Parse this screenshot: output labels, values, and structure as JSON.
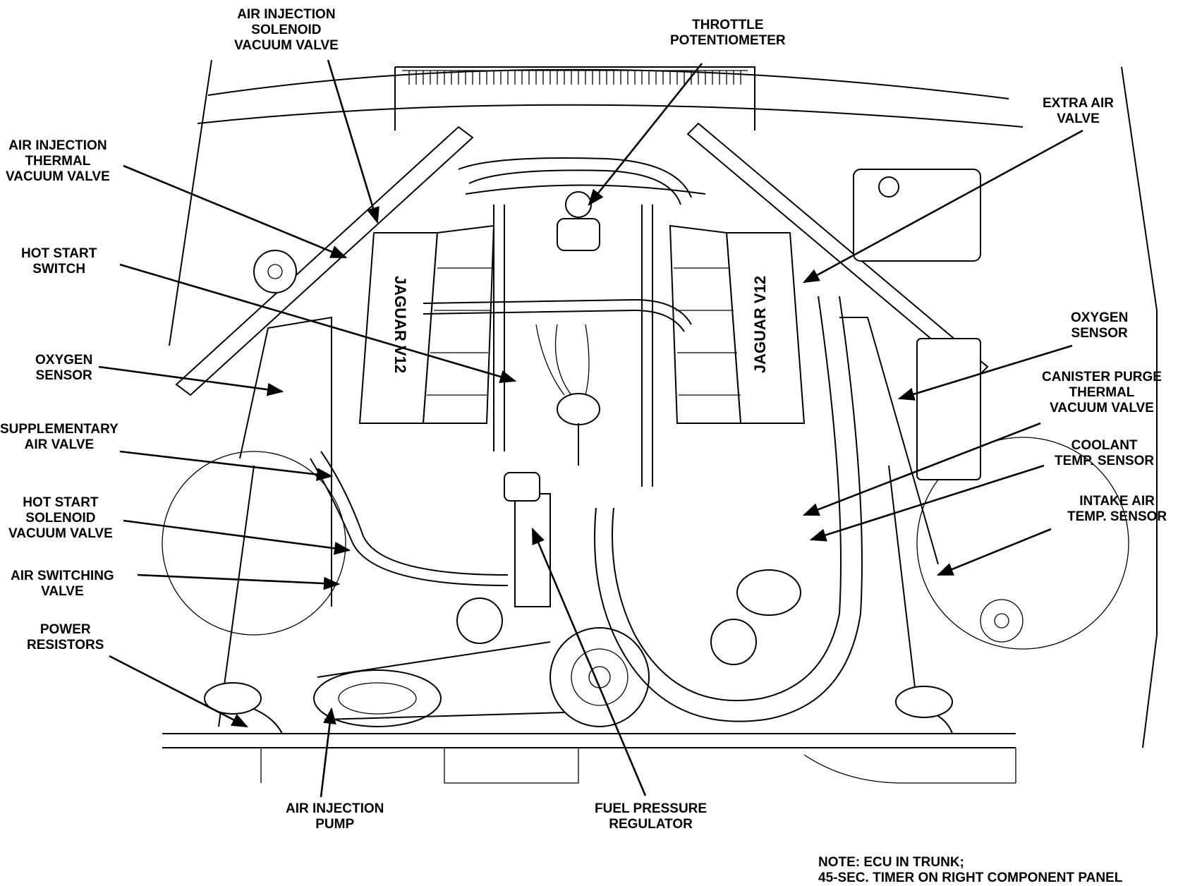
{
  "labels": {
    "air_injection_solenoid": [
      "AIR INJECTION",
      "SOLENOID",
      "VACUUM VALVE"
    ],
    "throttle_potentiometer": [
      "THROTTLE",
      "POTENTIOMETER"
    ],
    "extra_air_valve": [
      "EXTRA AIR",
      "VALVE"
    ],
    "air_injection_thermal": [
      "AIR INJECTION",
      "THERMAL",
      "VACUUM VALVE"
    ],
    "hot_start_switch": [
      "HOT START",
      "SWITCH"
    ],
    "oxygen_sensor_left": [
      "OXYGEN",
      "SENSOR"
    ],
    "oxygen_sensor_right": [
      "OXYGEN",
      "SENSOR"
    ],
    "canister_purge": [
      "CANISTER PURGE",
      "THERMAL",
      "VACUUM VALVE"
    ],
    "supplementary_air_valve": [
      "SUPPLEMENTARY",
      "AIR VALVE"
    ],
    "coolant_temp_sensor": [
      "COOLANT",
      "TEMP. SENSOR"
    ],
    "hot_start_solenoid": [
      "HOT START",
      "SOLENOID",
      "VACUUM VALVE"
    ],
    "intake_air_temp_sensor": [
      "INTAKE AIR",
      "TEMP. SENSOR"
    ],
    "air_switching_valve": [
      "AIR SWITCHING",
      "VALVE"
    ],
    "power_resistors": [
      "POWER",
      "RESISTORS"
    ],
    "air_injection_pump": [
      "AIR INJECTION",
      "PUMP"
    ],
    "fuel_pressure_regulator": [
      "FUEL PRESSURE",
      "REGULATOR"
    ]
  },
  "engine_badges": [
    "JAGUAR V12",
    "JAGUAR V12"
  ],
  "note": [
    "NOTE: ECU IN TRUNK;",
    "45-SEC. TIMER ON RIGHT COMPONENT PANEL"
  ]
}
